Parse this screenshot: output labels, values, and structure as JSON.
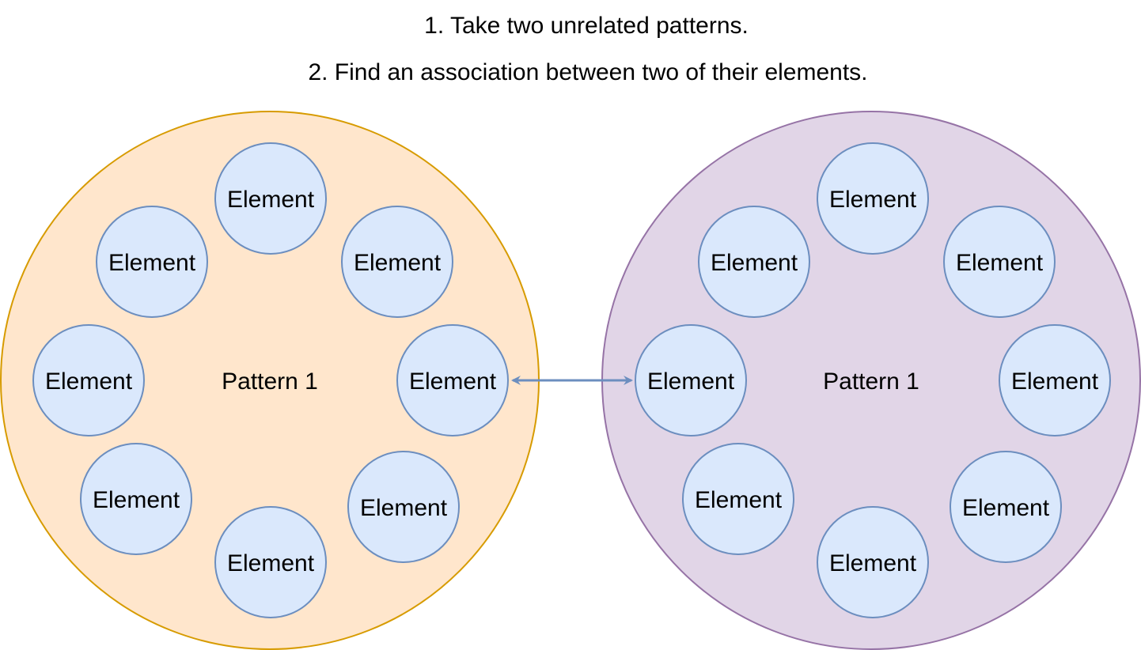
{
  "steps": [
    "1. Take two unrelated patterns.",
    "2. Find an association between two of their elements."
  ],
  "patterns": [
    {
      "label": "Pattern 1",
      "fill": "#ffe6cc",
      "stroke": "#d79b00",
      "elements": [
        "Element",
        "Element",
        "Element",
        "Element",
        "Element",
        "Element",
        "Element",
        "Element"
      ]
    },
    {
      "label": "Pattern 1",
      "fill": "#e1d5e7",
      "stroke": "#9673a6",
      "elements": [
        "Element",
        "Element",
        "Element",
        "Element",
        "Element",
        "Element",
        "Element",
        "Element"
      ]
    }
  ],
  "element_style": {
    "fill": "#dae8fc",
    "stroke": "#6c8ebf"
  },
  "connector": {
    "type": "double-arrow",
    "color": "#6c8ebf"
  }
}
